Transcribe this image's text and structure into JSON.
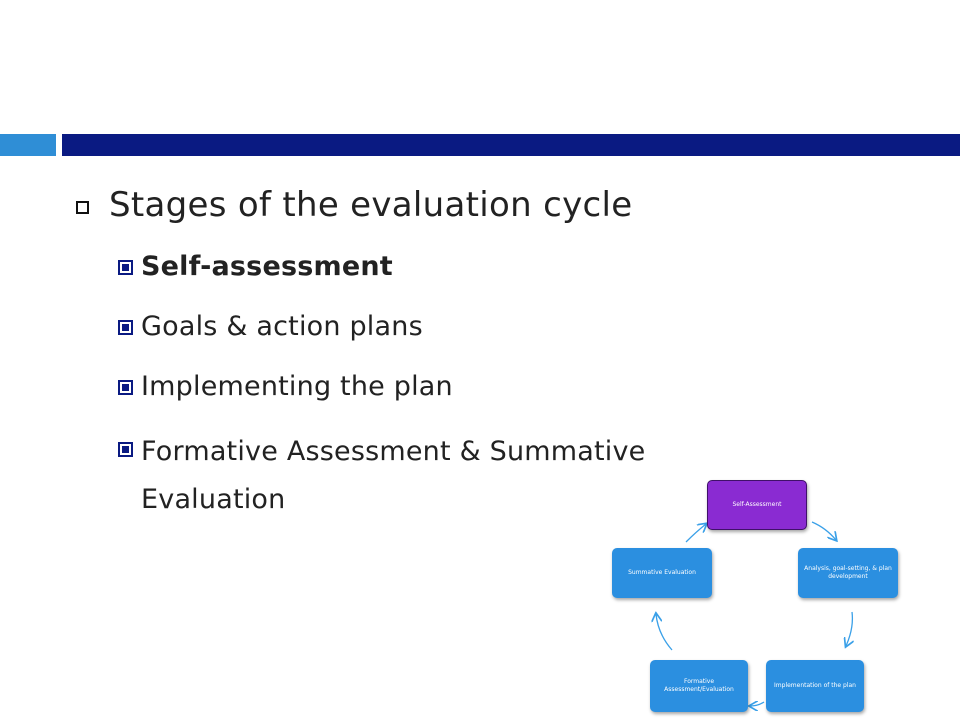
{
  "slide": {
    "heading": "Stages of the evaluation cycle",
    "bullets": [
      {
        "label": "Self-assessment",
        "bold": true
      },
      {
        "label": "Goals & action plans",
        "bold": false
      },
      {
        "label": "Implementing the plan",
        "bold": false
      },
      {
        "label": "Formative Assessment & Summative Evaluation",
        "bold": false
      }
    ]
  },
  "cycle": {
    "nodes": [
      {
        "label": "Self-Assessment",
        "color": "#8a2bd2"
      },
      {
        "label": "Analysis, goal-setting, & plan development",
        "color": "#2b8fe0"
      },
      {
        "label": "Implementation of the plan",
        "color": "#2b8fe0"
      },
      {
        "label": "Formative Assessment/Evaluation",
        "color": "#2b8fe0"
      },
      {
        "label": "Summative Evaluation",
        "color": "#2b8fe0"
      }
    ],
    "arrow_color": "#3aa0e8"
  },
  "theme": {
    "band_light": "#2f8ed6",
    "band_dark": "#0a1a82"
  }
}
